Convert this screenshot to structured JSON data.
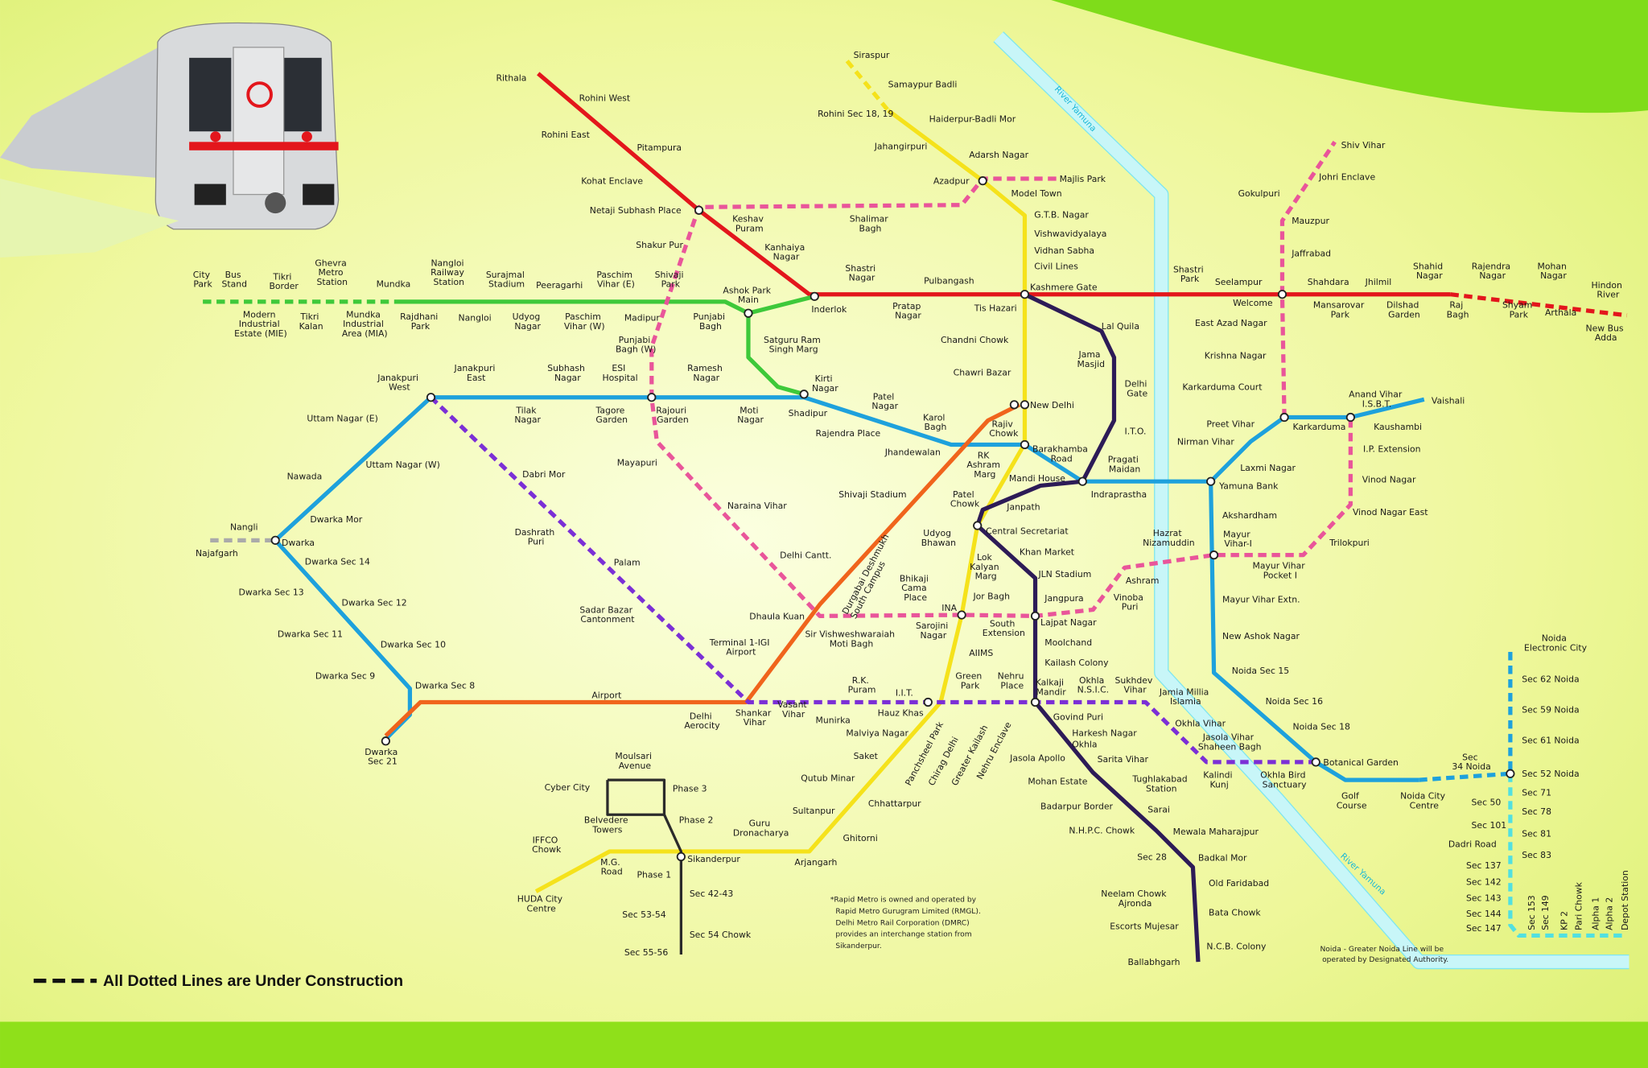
{
  "lines": {
    "red": {
      "color": "#e3161c",
      "stations": [
        "Rithala",
        "Rohini West",
        "Rohini East",
        "Pitampura",
        "Kohat Enclave",
        "Netaji Subhash Place",
        "Keshav Puram",
        "Kanhaiya Nagar",
        "Inderlok",
        "Shastri Nagar",
        "Pratap Nagar",
        "Pulbangash",
        "Tis Hazari",
        "Kashmere Gate",
        "Shastri Park",
        "Seelampur",
        "Welcome",
        "Shahdara",
        "Mansarovar Park",
        "Jhilmil",
        "Dilshad Garden",
        "Shahid Nagar",
        "Raj Bagh",
        "Rajendra Nagar",
        "Shyam Park",
        "Mohan Nagar",
        "Arthala",
        "Hindon River",
        "New Bus Adda"
      ]
    },
    "green": {
      "color": "#3ec93a",
      "stations": [
        "City Park",
        "Bus Stand",
        "Tikri Border",
        "Ghevra Metro Station",
        "Mundka",
        "Nangloi Railway Station",
        "Surajmal Stadium",
        "Peeragarhi",
        "Paschim Vihar (E)",
        "Shivaji Park",
        "Modern Industrial Estate (MIE)",
        "Tikri Kalan",
        "Mundka Industrial Area (MIA)",
        "Rajdhani Park",
        "Nangloi",
        "Udyog Nagar",
        "Paschim Vihar (W)",
        "Madipur",
        "Punjabi Bagh",
        "Ashok Park Main",
        "Satguru Ram Singh Marg"
      ]
    },
    "blue": {
      "color": "#1ea1dc",
      "stations": [
        "Janakpuri West",
        "Janakpuri East",
        "Subhash Nagar",
        "ESI Hospital",
        "Ramesh Nagar",
        "Tilak Nagar",
        "Tagore Garden",
        "Rajouri Garden",
        "Moti Nagar",
        "Kirti Nagar",
        "Shadipur",
        "Patel Nagar",
        "Rajendra Place",
        "Karol Bagh",
        "Jhandewalan",
        "RK Ashram Marg",
        "Rajiv Chowk",
        "Barakhamba Road",
        "Mandi House",
        "Pragati Maidan",
        "Indraprastha",
        "Yamuna Bank",
        "Laxmi Nagar",
        "Nirman Vihar",
        "Preet Vihar",
        "Karkarduma",
        "Anand Vihar I.S.B.T.",
        "Kaushambi",
        "Vaishali",
        "Akshardham",
        "Mayur Vihar-I",
        "Mayur Vihar Extn.",
        "New Ashok Nagar",
        "Noida Sec 15",
        "Noida Sec 16",
        "Noida Sec 18",
        "Botanical Garden",
        "Golf Course",
        "Noida City Centre",
        "Uttam Nagar (E)",
        "Uttam Nagar (W)",
        "Nawada",
        "Dwarka Mor",
        "Nangli",
        "Najafgarh",
        "Dwarka",
        "Dwarka Sec 14",
        "Dwarka Sec 13",
        "Dwarka Sec 12",
        "Dwarka Sec 11",
        "Dwarka Sec 10",
        "Dwarka Sec 9",
        "Dwarka Sec 8",
        "Dwarka Sec 21"
      ]
    },
    "yellow": {
      "color": "#f5e21b",
      "stations": [
        "Siraspur",
        "Samaypur Badli",
        "Rohini Sec 18, 19",
        "Haiderpur-Badli Mor",
        "Jahangirpuri",
        "Adarsh Nagar",
        "Azadpur",
        "Model Town",
        "G.T.B. Nagar",
        "Vishwavidyalaya",
        "Vidhan Sabha",
        "Civil Lines",
        "Chandni Chowk",
        "Chawri Bazar",
        "New Delhi",
        "Patel Chowk",
        "Udyog Bhawan",
        "Central Secretariat",
        "Lok Kalyan Marg",
        "Jor Bagh",
        "INA",
        "AIIMS",
        "Green Park",
        "Hauz Khas",
        "Malviya Nagar",
        "Saket",
        "Qutub Minar",
        "Chhattarpur",
        "Sultanpur",
        "Ghitorni",
        "Arjangarh",
        "Guru Dronacharya",
        "Sikanderpur",
        "M.G. Road",
        "IFFCO Chowk",
        "HUDA City Centre"
      ]
    },
    "violet": {
      "color": "#2d1b57",
      "stations": [
        "Lal Quila",
        "Jama Masjid",
        "Delhi Gate",
        "I.T.O.",
        "Janpath",
        "Khan Market",
        "JLN Stadium",
        "Jangpura",
        "Lajpat Nagar",
        "Moolchand",
        "Kailash Colony",
        "Nehru Place",
        "Kalkaji Mandir",
        "Govind Puri",
        "Harkesh Nagar",
        "Okhla",
        "Jasola Apollo",
        "Sarita Vihar",
        "Mohan Estate",
        "Tughlakabad Station",
        "Badarpur Border",
        "Sarai",
        "N.H.P.C. Chowk",
        "Mewala Maharajpur",
        "Sec 28",
        "Badkal Mor",
        "Old Faridabad",
        "Neelam Chowk Ajronda",
        "Bata Chowk",
        "Escorts Mujesar",
        "N.C.B. Colony",
        "Ballabhgarh"
      ]
    },
    "orange": {
      "color": "#f0641c",
      "stations": [
        "Shivaji Stadium",
        "Durgabai Deshmukh South Campus",
        "Dhaula Kuan",
        "Delhi Aerocity",
        "Airport"
      ]
    },
    "pink": {
      "color": "#e9559a",
      "stations": [
        "Majlis Park",
        "Shalimar Bagh",
        "Shakur Pur",
        "Punjabi Bagh (W)",
        "Mayapuri",
        "Naraina Vihar",
        "Delhi Cantt.",
        "Sir Vishweshwaraiah Moti Bagh",
        "Bhikaji Cama Place",
        "Sarojini Nagar",
        "South Extension",
        "Vinoba Puri",
        "Ashram",
        "Hazrat Nizamuddin",
        "Mayur Vihar Pocket I",
        "Trilokpuri",
        "Vinod Nagar East",
        "Vinod Nagar",
        "I.P. Extension",
        "Krishna Nagar",
        "Karkarduma Court",
        "East Azad Nagar",
        "Jaffrabad",
        "Mauzpur",
        "Gokulpuri",
        "Johri Enclave",
        "Shiv Vihar"
      ]
    },
    "purple": {
      "color": "#7b2fd6",
      "stations": [
        "Dabri Mor",
        "Dashrath Puri",
        "Palam",
        "Sadar Bazar Cantonment",
        "Terminal 1-IGI Airport",
        "Shankar Vihar",
        "Vasant Vihar",
        "Munirka",
        "R.K. Puram",
        "I.I.T.",
        "Panchsheel Park",
        "Chirag Delhi",
        "Greater Kailash",
        "Nehru Enclave",
        "Okhla N.S.I.C.",
        "Sukhdev Vihar",
        "Jamia Millia Islamia",
        "Okhla Vihar",
        "Jasola Vihar Shaheen Bagh",
        "Kalindi Kunj",
        "Okhla Bird Sanctuary"
      ]
    },
    "aqua": {
      "color": "#52e0e0",
      "stations": [
        "Noida Electronic City",
        "Sec 62 Noida",
        "Sec 59 Noida",
        "Sec 61 Noida",
        "Sec 52 Noida",
        "Sec 34 Noida",
        "Sec 50",
        "Sec 71",
        "Sec 78",
        "Sec 101",
        "Sec 81",
        "Dadri Road",
        "Sec 83",
        "Sec 137",
        "Sec 142",
        "Sec 143",
        "Sec 144",
        "Sec 147",
        "Sec 153",
        "Sec 149",
        "KP 2",
        "Pari Chowk",
        "Alpha 1",
        "Alpha 2",
        "Depot Station"
      ]
    },
    "rapid": {
      "color": "#2b2b2b",
      "stations": [
        "Moulsari Avenue",
        "Cyber City",
        "Phase 3",
        "Phase 2",
        "Belvedere Towers",
        "Phase 1",
        "Sec 42-43",
        "Sec 53-54",
        "Sec 54 Chowk",
        "Sec 55-56"
      ]
    }
  },
  "river_labels": [
    "River Yamuna",
    "River Yamuna"
  ],
  "legend": {
    "text": "All Dotted Lines are Under Construction"
  },
  "notes": {
    "rapid_metro": [
      "*Rapid Metro is owned and operated by",
      "Rapid Metro Gurugram Limited (RMGL).",
      "Delhi Metro Rail Corporation (DMRC)",
      "provides an interchange station from",
      "Sikanderpur."
    ],
    "noida": [
      "Noida - Greater Noida Line will be",
      "operated by Designated Authority."
    ]
  },
  "colors": {
    "background": "#eef79a",
    "band": "#8fe01a",
    "river": "#c8f6f8"
  }
}
